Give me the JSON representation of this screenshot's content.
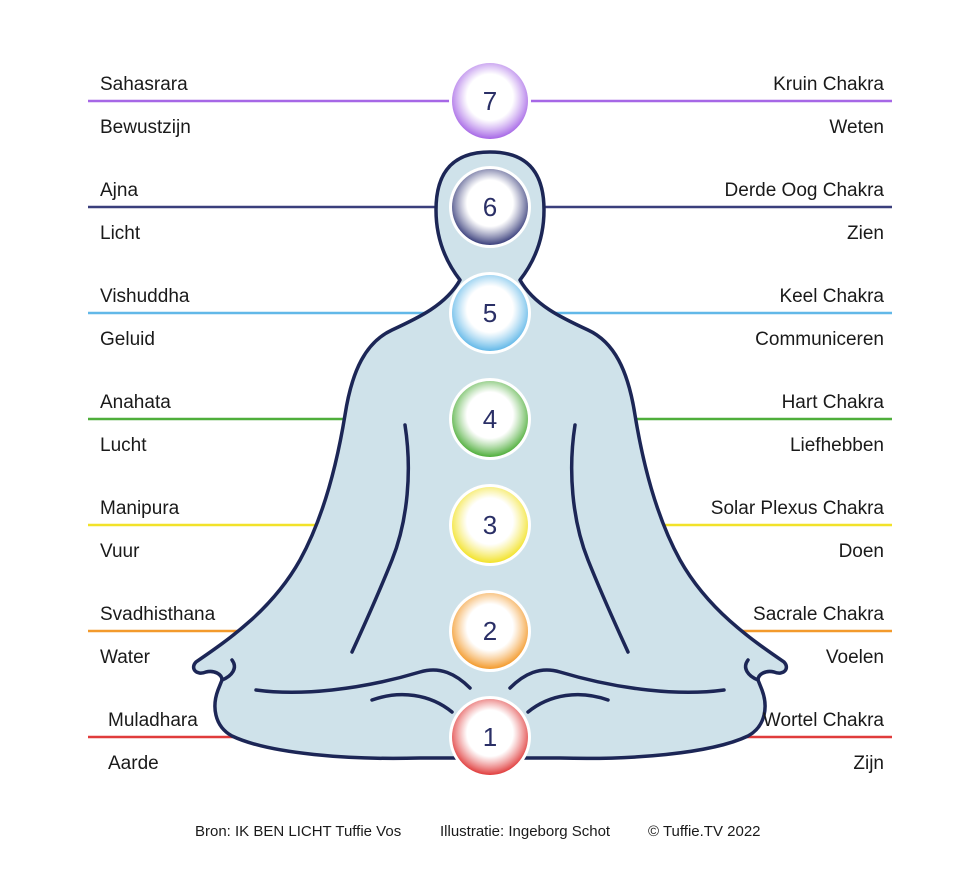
{
  "chakras": [
    {
      "number": "1",
      "sanskrit": "Muladhara",
      "element": "Aarde",
      "name": "Wortel Chakra",
      "meaning": "Zijn",
      "color": "#e03c3c",
      "light": "#ffffff"
    },
    {
      "number": "2",
      "sanskrit": "Svadhisthana",
      "element": "Water",
      "name": "Sacrale Chakra",
      "meaning": "Voelen",
      "color": "#f39a2c",
      "light": "#ffffff"
    },
    {
      "number": "3",
      "sanskrit": "Manipura",
      "element": "Vuur",
      "name": "Solar Plexus Chakra",
      "meaning": "Doen",
      "color": "#f2e229",
      "light": "#ffffff"
    },
    {
      "number": "4",
      "sanskrit": "Anahata",
      "element": "Lucht",
      "name": "Hart Chakra",
      "meaning": "Liefhebben",
      "color": "#4fae3b",
      "light": "#ffffff"
    },
    {
      "number": "5",
      "sanskrit": "Vishuddha",
      "element": "Geluid",
      "name": "Keel Chakra",
      "meaning": "Communiceren",
      "color": "#62b8e8",
      "light": "#ffffff"
    },
    {
      "number": "6",
      "sanskrit": "Ajna",
      "element": "Licht",
      "name": "Derde Oog Chakra",
      "meaning": "Zien",
      "color": "#3a3f7c",
      "light": "#ffffff"
    },
    {
      "number": "7",
      "sanskrit": "Sahasrara",
      "element": "Bewustzijn",
      "name": "Kruin Chakra",
      "meaning": "Weten",
      "color": "#a667e6",
      "light": "#ffffff"
    }
  ],
  "colors": {
    "body_fill": "#cfe2ea",
    "body_stroke": "#1c2656",
    "number_color": "#2a2f66"
  },
  "footer": {
    "source": "Bron:  IK BEN LICHT  Tuffie Vos",
    "illustration": "Illustratie: Ingeborg Schot",
    "copyright": "© Tuffie.TV 2022"
  }
}
